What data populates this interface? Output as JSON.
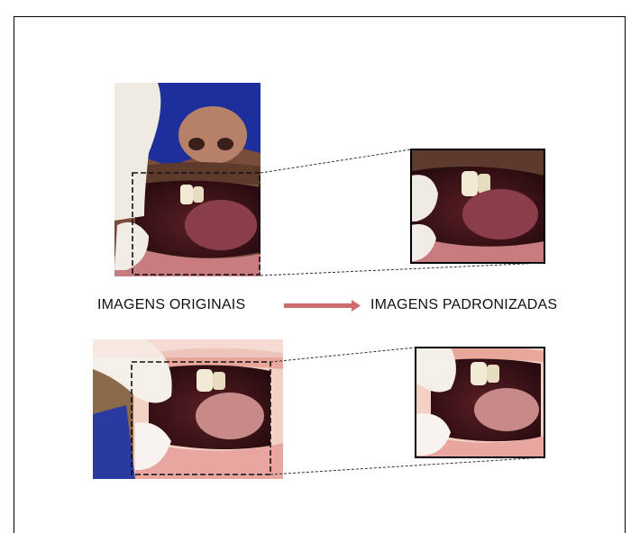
{
  "labels": {
    "originals": "IMAGENS ORIGINAIS",
    "standardized": "IMAGENS PADRONIZADAS"
  },
  "colors": {
    "arrow": "#cd6d6d",
    "border": "#000000",
    "dashed_line": "#333333"
  },
  "images": [
    {
      "name": "original-photo-top",
      "description_icon": "photo-mouth-with-nose"
    },
    {
      "name": "standardized-photo-top",
      "description_icon": "photo-mouth-crop"
    },
    {
      "name": "original-photo-bottom",
      "description_icon": "photo-mouth-open"
    },
    {
      "name": "standardized-photo-bottom",
      "description_icon": "photo-mouth-crop"
    }
  ]
}
